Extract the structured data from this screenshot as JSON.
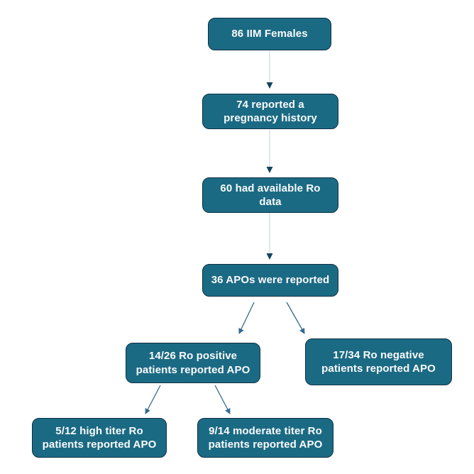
{
  "flowchart": {
    "nodes": {
      "iim_females": {
        "label": "86 IIM Females"
      },
      "pregnancy_history": {
        "label": "74 reported a pregnancy history"
      },
      "ro_data": {
        "label": "60 had available Ro data"
      },
      "apos_reported": {
        "label": "36 APOs were reported"
      },
      "ro_positive": {
        "label": "14/26 Ro positive patients reported APO"
      },
      "ro_negative": {
        "label": "17/34 Ro negative patients reported APO"
      },
      "high_titer": {
        "label": "5/12 high titer Ro patients reported APO"
      },
      "moderate_titer": {
        "label": "9/14 moderate titer Ro patients reported APO"
      }
    },
    "edges": [
      {
        "from": "iim_females",
        "to": "pregnancy_history",
        "style": "light-vertical"
      },
      {
        "from": "pregnancy_history",
        "to": "ro_data",
        "style": "light-vertical"
      },
      {
        "from": "ro_data",
        "to": "apos_reported",
        "style": "light-vertical"
      },
      {
        "from": "apos_reported",
        "to": "ro_positive",
        "style": "blue-diagonal"
      },
      {
        "from": "apos_reported",
        "to": "ro_negative",
        "style": "blue-diagonal"
      },
      {
        "from": "ro_positive",
        "to": "high_titer",
        "style": "blue-diagonal"
      },
      {
        "from": "ro_positive",
        "to": "moderate_titer",
        "style": "blue-diagonal"
      }
    ],
    "colors": {
      "node_fill": "#1B6A84",
      "node_border": "#0D3144",
      "node_text": "#FAFBFB",
      "connector_light": "#D9E2E9",
      "connector_blue": "#336A90",
      "arrowhead_dark": "#12455C",
      "background": "#FFFFFF"
    }
  }
}
